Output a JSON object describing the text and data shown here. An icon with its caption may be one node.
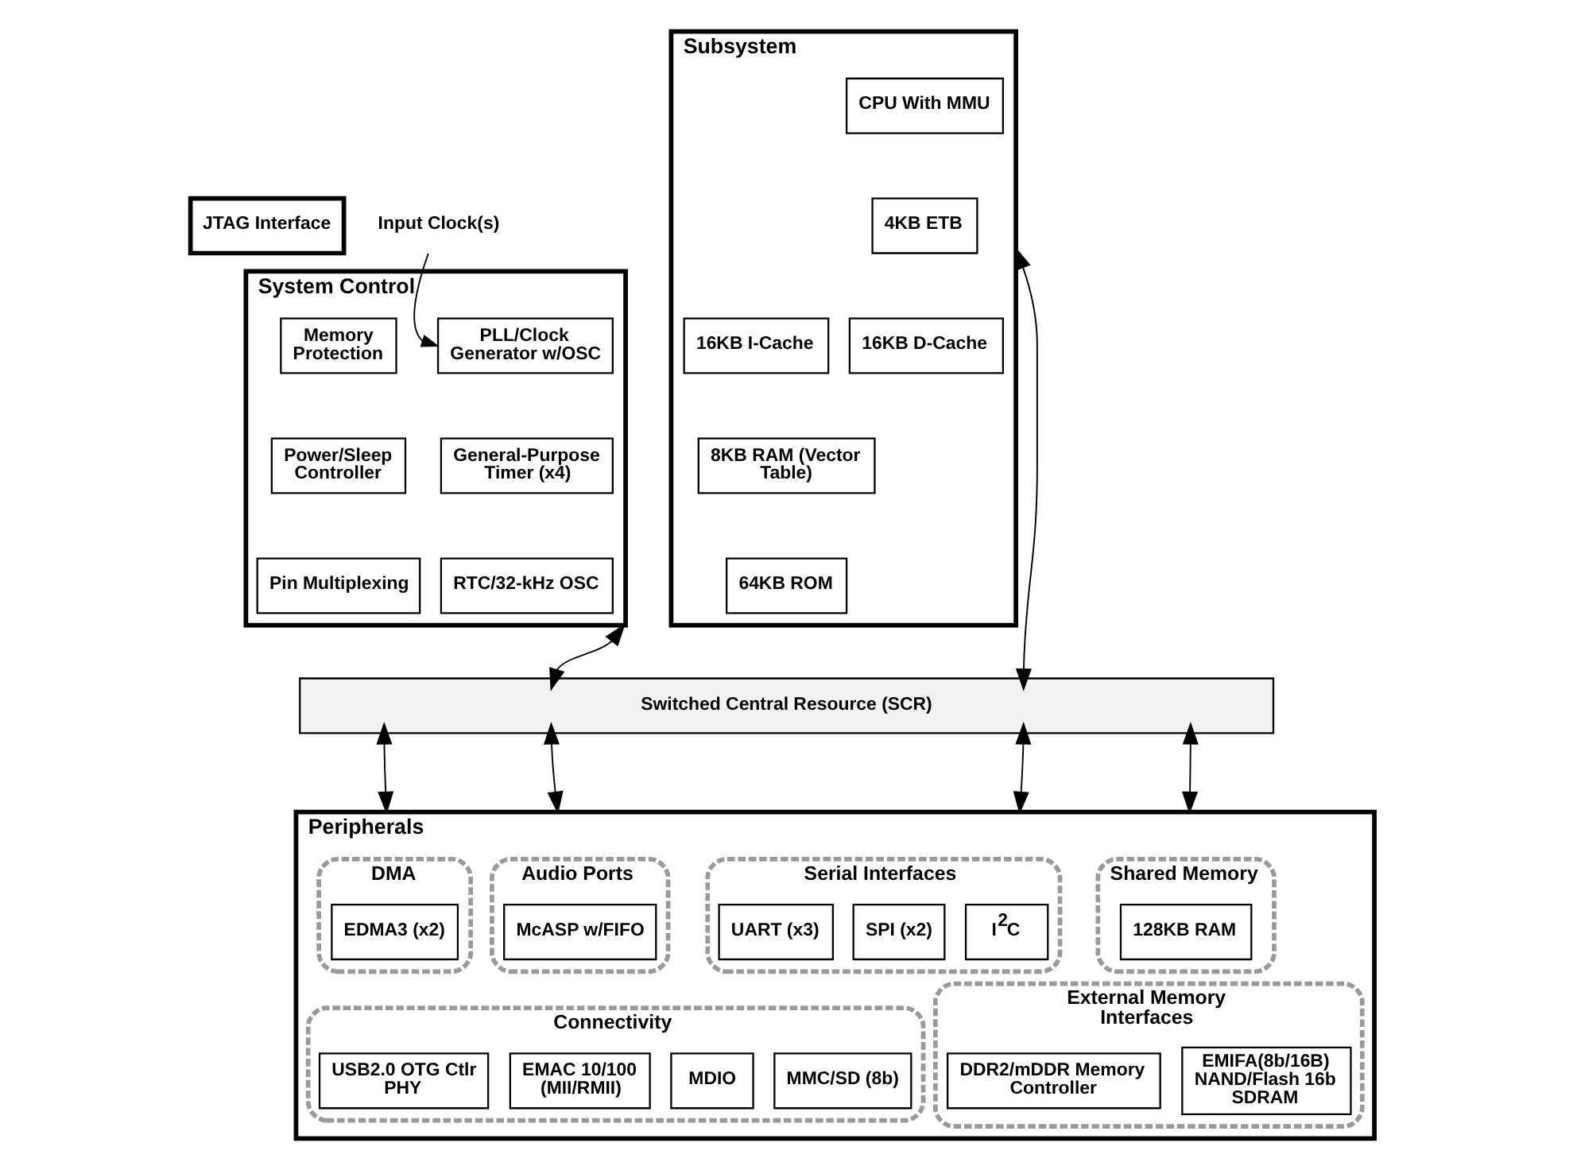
{
  "diagram": {
    "nodes": [
      {
        "text": [
          "JTAG Interface"
        ]
      },
      {
        "text": [
          "System Control"
        ]
      },
      {
        "text": [
          "Input Clock(s)"
        ]
      },
      {
        "text": [
          "PLL/Clock Generator w/OSC"
        ],
        "in": 1
      },
      {
        "text": [
          "General-Purpose Timer (x4)"
        ],
        "in": 1
      },
      {
        "text": [
          "RTC/32-kHz OSC"
        ],
        "in": 1
      },
      {
        "text": [
          "Memory Protection"
        ],
        "in": 1
      },
      {
        "text": [
          "Power/Sleep Controller"
        ],
        "in": 1
      },
      {
        "text": [
          "Pin Multiplexing"
        ],
        "in": 1
      },
      {
        "text": [
          "Subsystem"
        ]
      },
      {
        "text": [
          "CPU With MMU"
        ],
        "in": 9
      },
      {
        "text": [
          "4KB ETB"
        ],
        "in": 9
      },
      {
        "text": [
          "16KB I-Cache"
        ],
        "in": 9
      },
      {
        "text": [
          "16KB D-Cache"
        ],
        "in": 9
      },
      {
        "text": [
          "8KB RAM (Vector Table)"
        ],
        "in": 9
      },
      {
        "text": [
          "64KB ROM"
        ],
        "in": 9
      },
      {
        "text": [
          "Switched Central Resource (SCR)"
        ]
      },
      {
        "text": [
          "Peripherals"
        ]
      },
      {
        "text": [
          "DMA"
        ],
        "in": 17
      },
      {
        "text": [
          "EDMA3 (x2)"
        ],
        "in": 18
      },
      {
        "text": [
          "Audio Ports"
        ],
        "in": 17
      },
      {
        "text": [
          "McASP w/FIFO"
        ],
        "in": 20
      },
      {
        "text": [
          "Serial Interfaces"
        ],
        "in": 17
      },
      {
        "text": [
          "I$^{2}$C"
        ],
        "in": 22
      },
      {
        "text": [
          "SPI (x2)"
        ],
        "in": 22
      },
      {
        "text": [
          "UART (x3)"
        ],
        "in": 22
      },
      {
        "text": [
          "Shared Memory"
        ],
        "in": 17
      },
      {
        "text": [
          "128KB RAM"
        ],
        "in": 26
      },
      {
        "text": [
          "Connectivity"
        ],
        "in": 17
      },
      {
        "text": [
          "USB2.0 OTG Ctlr PHY"
        ],
        "in": 28
      },
      {
        "text": [
          "EMAC 10/100 (MII/RMII)"
        ],
        "in": 28
      },
      {
        "text": [
          "MDIO"
        ],
        "in": 28
      },
      {
        "text": [
          "MMC/SD (8b)"
        ],
        "in": 28
      },
      {
        "text": [
          "External Memory Interfaces"
        ],
        "in": 17
      },
      {
        "text": [
          "EMIFA(8b/16B) NAND/Flash 16b SDRAM"
        ],
        "in": 33
      },
      {
        "text": [
          "DDR2/mDDR Memory Controller"
        ],
        "in": 33
      }
    ],
    "edges": [
      {
        "from": 2,
        "to": 3,
        "arrow": "to"
      },
      {
        "from": 1,
        "to": 16,
        "arrow": "both"
      },
      {
        "from": 9,
        "to": 16,
        "arrow": "both"
      },
      {
        "from": 16,
        "to": 17,
        "arrow": "both"
      },
      {
        "from": 16,
        "to": 17,
        "arrow": "both"
      },
      {
        "from": 16,
        "to": 17,
        "arrow": "both"
      },
      {
        "from": 16,
        "to": 17,
        "arrow": "both"
      }
    ]
  }
}
